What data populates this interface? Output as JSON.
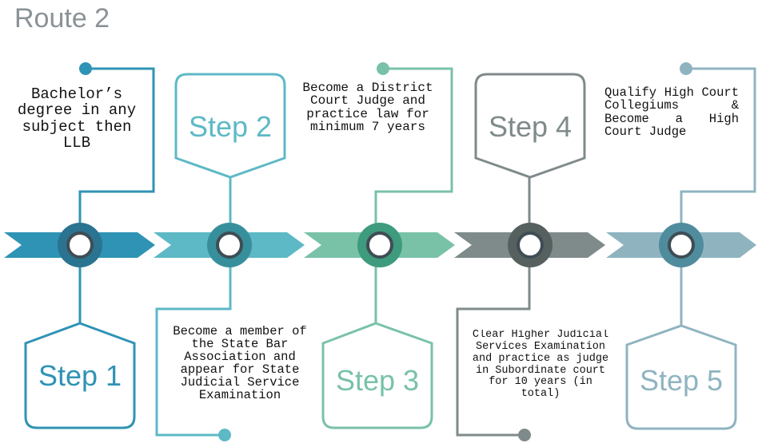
{
  "title": "Route 2",
  "colors": {
    "step1": "#2f93b5",
    "step2": "#5db9c5",
    "step3": "#79c2a8",
    "step4": "#7f8a8b",
    "step5": "#8fb4c0",
    "hub1": "#2a7391",
    "hub2": "#378f9c",
    "hub3": "#3e9b7d",
    "hub4": "#56605f",
    "hub5": "#4f8c9d"
  },
  "steps": [
    {
      "label": "Step 1",
      "text": "Bachelor’s degree in any subject then LLB"
    },
    {
      "label": "Step 2",
      "text": "Become a member of the State Bar Association and appear for State Judicial Service Examination"
    },
    {
      "label": "Step 3",
      "text": "Become a District Court Judge and practice law for minimum 7 years"
    },
    {
      "label": "Step 4",
      "text": "Clear Higher Judicial Services Examination and practice as judge in Subordinate court for 10 years (in total)"
    },
    {
      "label": "Step 5",
      "text": "Qualify High Court Collegiums & Become a High Court Judge"
    }
  ]
}
